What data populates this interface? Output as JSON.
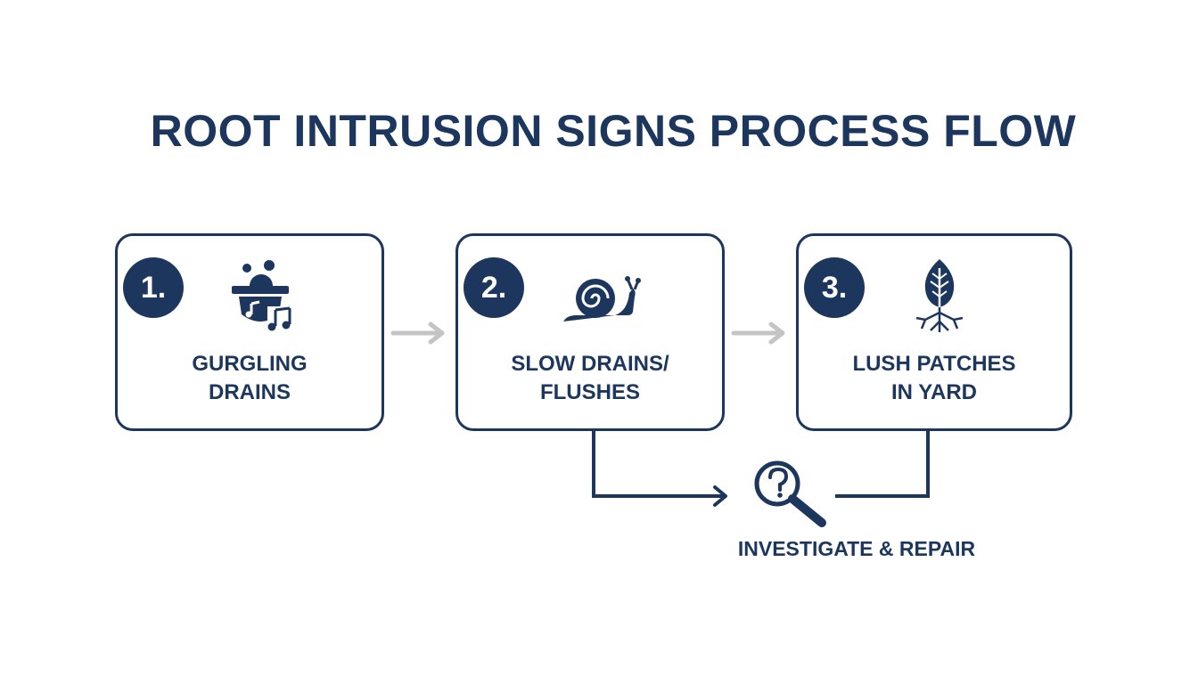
{
  "title": "ROOT INTRUSION SIGNS PROCESS FLOW",
  "steps": [
    {
      "number": "1.",
      "label_line1": "GURGLING",
      "label_line2": "DRAINS",
      "icon": "gurgling-drain-icon"
    },
    {
      "number": "2.",
      "label_line1": "SLOW DRAINS/",
      "label_line2": "FLUSHES",
      "icon": "snail-icon"
    },
    {
      "number": "3.",
      "label_line1": "LUSH PATCHES",
      "label_line2": "IN YARD",
      "icon": "leaf-roots-icon"
    }
  ],
  "outcome": {
    "label": "INVESTIGATE & REPAIR",
    "icon": "magnifier-question-icon"
  },
  "colors": {
    "primary": "#1c365d",
    "arrow_gray": "#c4c4c4",
    "background": "#ffffff"
  }
}
